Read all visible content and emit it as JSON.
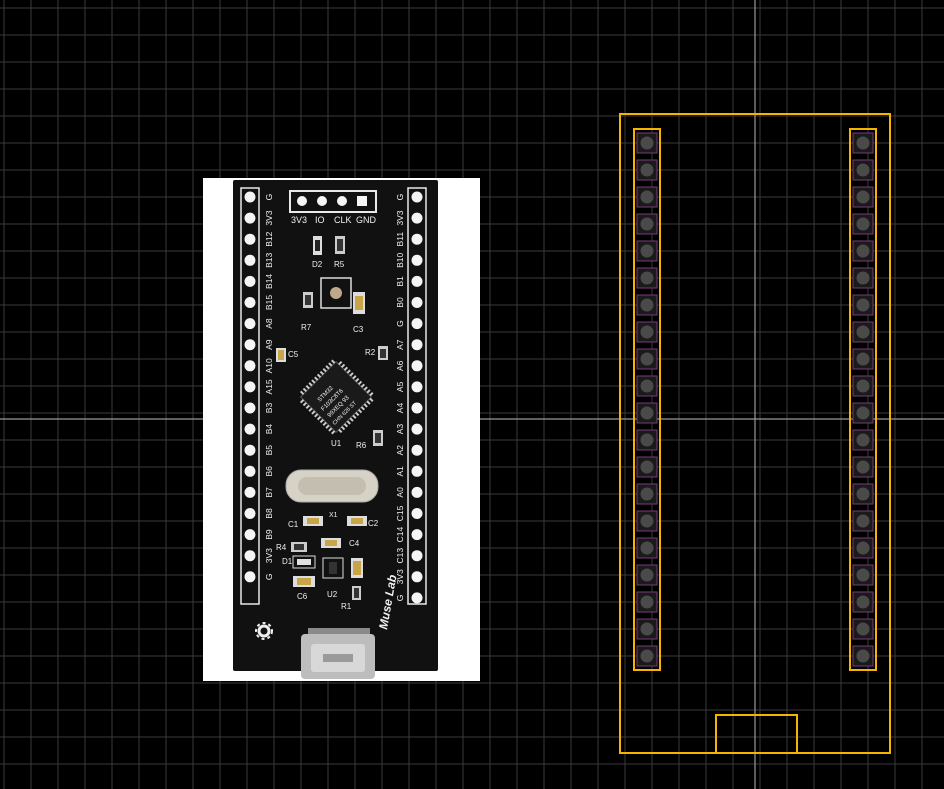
{
  "canvas": {
    "background": "#000000",
    "grid_color": "#3a3a3a",
    "axis_color": "#9a9a9a",
    "outline_color": "#f5b400",
    "pad_color": "#4a4a4a",
    "pad_ring_color": "#7a3a7a"
  },
  "photo": {
    "board_name": "STM32 blue-pill style board (black)",
    "left_pins": [
      "G",
      "3V3",
      "B12",
      "B13",
      "B14",
      "B15",
      "A8",
      "A9",
      "A10",
      "A15",
      "B3",
      "B4",
      "B5",
      "B6",
      "B7",
      "B8",
      "B9",
      "3V3",
      "G"
    ],
    "right_pins": [
      "G",
      "3V3",
      "B11",
      "B10",
      "B1",
      "B0",
      "G",
      "A7",
      "A6",
      "A5",
      "A4",
      "A3",
      "A2",
      "A1",
      "A0",
      "C15",
      "C14",
      "C13",
      "3V3",
      "G"
    ],
    "swd_header": [
      "3V3",
      "IO",
      "CLK",
      "GND"
    ],
    "refdes": {
      "d2": "D2",
      "r5": "R5",
      "r7": "R7",
      "c3": "C3",
      "c5": "C5",
      "r2": "R2",
      "u1": "U1",
      "r6": "R6",
      "x1": "X1",
      "c1": "C1",
      "c2": "C2",
      "r4": "R4",
      "c4": "C4",
      "d1": "D1",
      "c6": "C6",
      "u2": "U2",
      "r1": "R1"
    },
    "chip_marking": [
      "STM32",
      "F103C8T6",
      "99XEQ 93",
      "CHN 626 ST"
    ],
    "brand": "Muse Lab"
  },
  "footprint": {
    "left_column_pads": 20,
    "right_column_pads": 20
  }
}
